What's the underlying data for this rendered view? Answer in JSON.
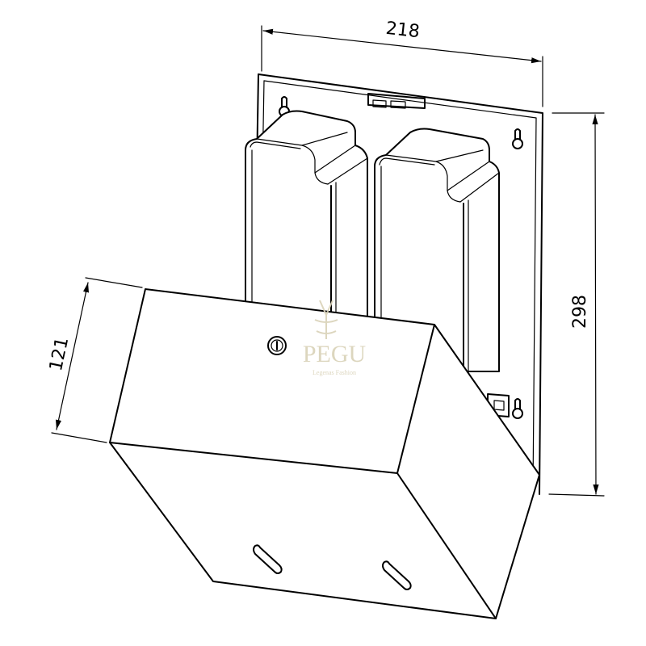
{
  "dimensions": {
    "width": "218",
    "height": "298",
    "depth": "121"
  },
  "watermark": {
    "brand": "PEGU",
    "tagline": "Legenas Fashion"
  },
  "colors": {
    "line": "#000000",
    "background": "#ffffff",
    "watermark": "#d9d2b8"
  }
}
